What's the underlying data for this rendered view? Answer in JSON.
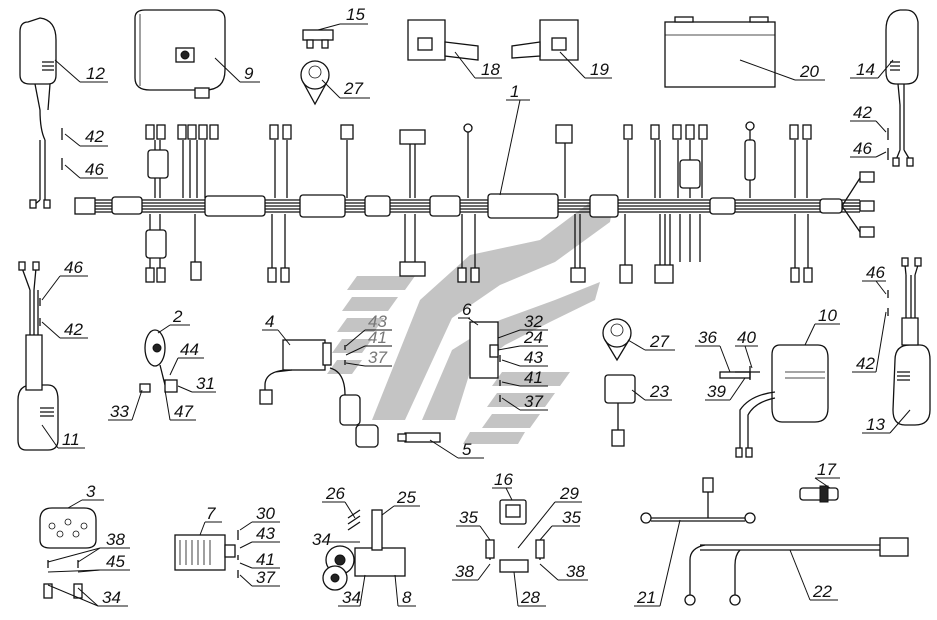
{
  "diagram": {
    "callouts": [
      {
        "id": "c12",
        "label": "12"
      },
      {
        "id": "c9",
        "label": "9"
      },
      {
        "id": "c15",
        "label": "15"
      },
      {
        "id": "c27a",
        "label": "27"
      },
      {
        "id": "c18",
        "label": "18"
      },
      {
        "id": "c19",
        "label": "19"
      },
      {
        "id": "c20",
        "label": "20"
      },
      {
        "id": "c14",
        "label": "14"
      },
      {
        "id": "c1",
        "label": "1"
      },
      {
        "id": "c42a",
        "label": "42"
      },
      {
        "id": "c46a",
        "label": "46"
      },
      {
        "id": "c42b",
        "label": "42"
      },
      {
        "id": "c46b",
        "label": "46"
      },
      {
        "id": "c46c",
        "label": "46"
      },
      {
        "id": "c42c",
        "label": "42"
      },
      {
        "id": "c11",
        "label": "11"
      },
      {
        "id": "c2",
        "label": "2"
      },
      {
        "id": "c44",
        "label": "44"
      },
      {
        "id": "c31",
        "label": "31"
      },
      {
        "id": "c33",
        "label": "33"
      },
      {
        "id": "c47",
        "label": "47"
      },
      {
        "id": "c4",
        "label": "4"
      },
      {
        "id": "c43a",
        "label": "43"
      },
      {
        "id": "c41a",
        "label": "41"
      },
      {
        "id": "c37a",
        "label": "37"
      },
      {
        "id": "c6",
        "label": "6"
      },
      {
        "id": "c32",
        "label": "32"
      },
      {
        "id": "c24",
        "label": "24"
      },
      {
        "id": "c43b",
        "label": "43"
      },
      {
        "id": "c41b",
        "label": "41"
      },
      {
        "id": "c37b",
        "label": "37"
      },
      {
        "id": "c5",
        "label": "5"
      },
      {
        "id": "c27b",
        "label": "27"
      },
      {
        "id": "c23",
        "label": "23"
      },
      {
        "id": "c36",
        "label": "36"
      },
      {
        "id": "c40",
        "label": "40"
      },
      {
        "id": "c39",
        "label": "39"
      },
      {
        "id": "c10",
        "label": "10"
      },
      {
        "id": "c46d",
        "label": "46"
      },
      {
        "id": "c42d",
        "label": "42"
      },
      {
        "id": "c13",
        "label": "13"
      },
      {
        "id": "c3",
        "label": "3"
      },
      {
        "id": "c38a",
        "label": "38"
      },
      {
        "id": "c45",
        "label": "45"
      },
      {
        "id": "c34a",
        "label": "34"
      },
      {
        "id": "c7",
        "label": "7"
      },
      {
        "id": "c30",
        "label": "30"
      },
      {
        "id": "c43c",
        "label": "43"
      },
      {
        "id": "c41c",
        "label": "41"
      },
      {
        "id": "c37c",
        "label": "37"
      },
      {
        "id": "c26",
        "label": "26"
      },
      {
        "id": "c25",
        "label": "25"
      },
      {
        "id": "c34b",
        "label": "34"
      },
      {
        "id": "c34c",
        "label": "34"
      },
      {
        "id": "c8",
        "label": "8"
      },
      {
        "id": "c16",
        "label": "16"
      },
      {
        "id": "c29",
        "label": "29"
      },
      {
        "id": "c35a",
        "label": "35"
      },
      {
        "id": "c35b",
        "label": "35"
      },
      {
        "id": "c38b",
        "label": "38"
      },
      {
        "id": "c28",
        "label": "28"
      },
      {
        "id": "c38c",
        "label": "38"
      },
      {
        "id": "c21",
        "label": "21"
      },
      {
        "id": "c22",
        "label": "22"
      },
      {
        "id": "c17",
        "label": "17"
      }
    ]
  }
}
